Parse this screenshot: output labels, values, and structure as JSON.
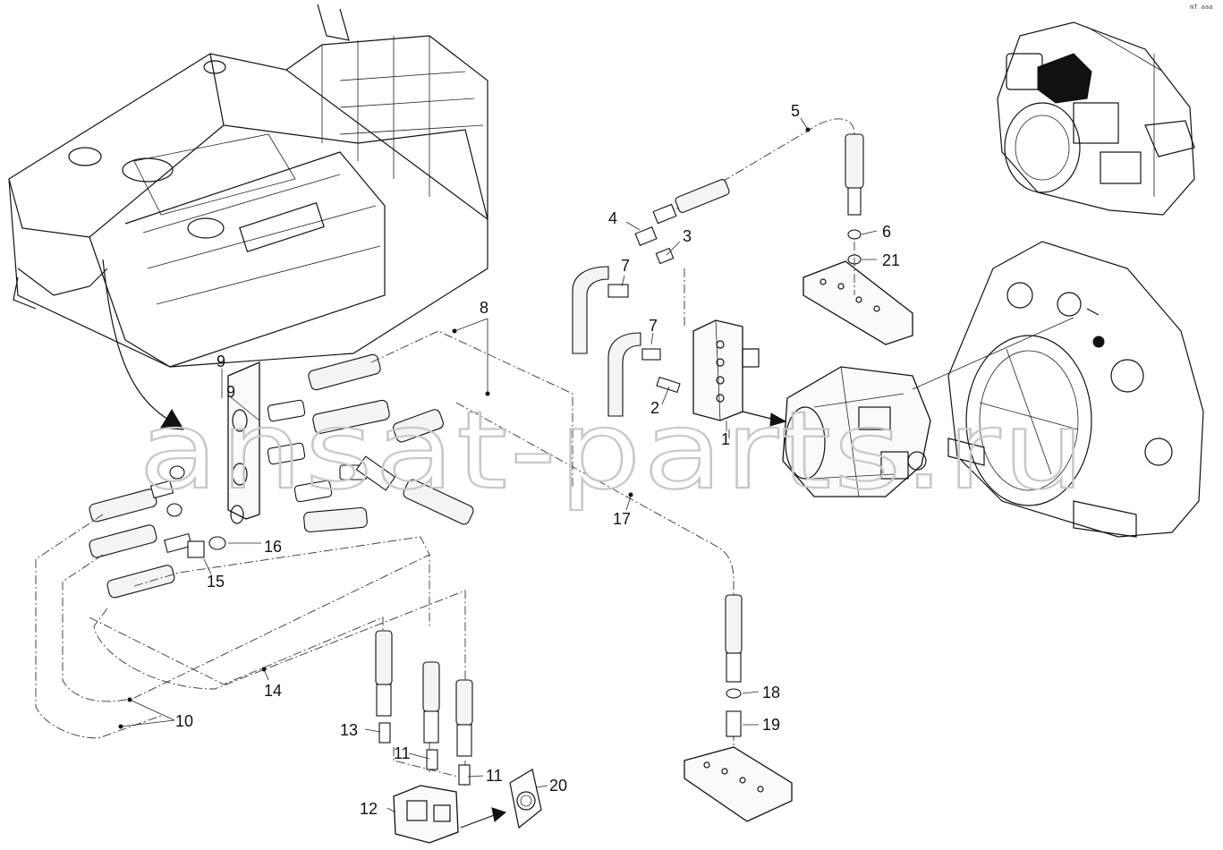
{
  "watermark": "ansat-parts.ru",
  "corner_code": "mT aaa",
  "labels": [
    {
      "id": "1",
      "text": "1"
    },
    {
      "id": "2",
      "text": "2"
    },
    {
      "id": "3",
      "text": "3"
    },
    {
      "id": "4",
      "text": "4"
    },
    {
      "id": "5",
      "text": "5"
    },
    {
      "id": "6",
      "text": "6"
    },
    {
      "id": "7a",
      "text": "7"
    },
    {
      "id": "7b",
      "text": "7"
    },
    {
      "id": "8",
      "text": "8"
    },
    {
      "id": "9a",
      "text": "9"
    },
    {
      "id": "9b",
      "text": "9"
    },
    {
      "id": "10",
      "text": "10"
    },
    {
      "id": "11a",
      "text": "11"
    },
    {
      "id": "11b",
      "text": "11"
    },
    {
      "id": "12",
      "text": "12"
    },
    {
      "id": "13",
      "text": "13"
    },
    {
      "id": "14",
      "text": "14"
    },
    {
      "id": "15",
      "text": "15"
    },
    {
      "id": "16",
      "text": "16"
    },
    {
      "id": "17",
      "text": "17"
    },
    {
      "id": "18",
      "text": "18"
    },
    {
      "id": "19",
      "text": "19"
    },
    {
      "id": "20",
      "text": "20"
    },
    {
      "id": "21",
      "text": "21"
    }
  ]
}
